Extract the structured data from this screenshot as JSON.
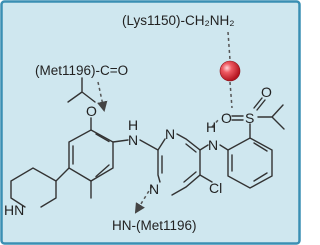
{
  "colors": {
    "background": "#cfe7ef",
    "border": "#3a8fb3",
    "water": "#e23b46",
    "bond": "#333333"
  },
  "labels": {
    "lys_residue": "(Lys1150)-CH₂NH₂",
    "met_carbonyl": "(Met1196)-C=O",
    "met_amine": "HN-(Met1196)"
  },
  "atoms": {
    "o_isopropoxy": "O",
    "nh_left": "N",
    "h_left": "H",
    "n_top": "N",
    "n_bottom": "N",
    "nh_right": "N",
    "h_right": "H",
    "s": "S",
    "o_sulfonyl_top": "O",
    "o_sulfonyl_left": "O",
    "cl": "Cl",
    "piperidine_hn": "HN"
  },
  "icons": {
    "water": "red-sphere"
  }
}
